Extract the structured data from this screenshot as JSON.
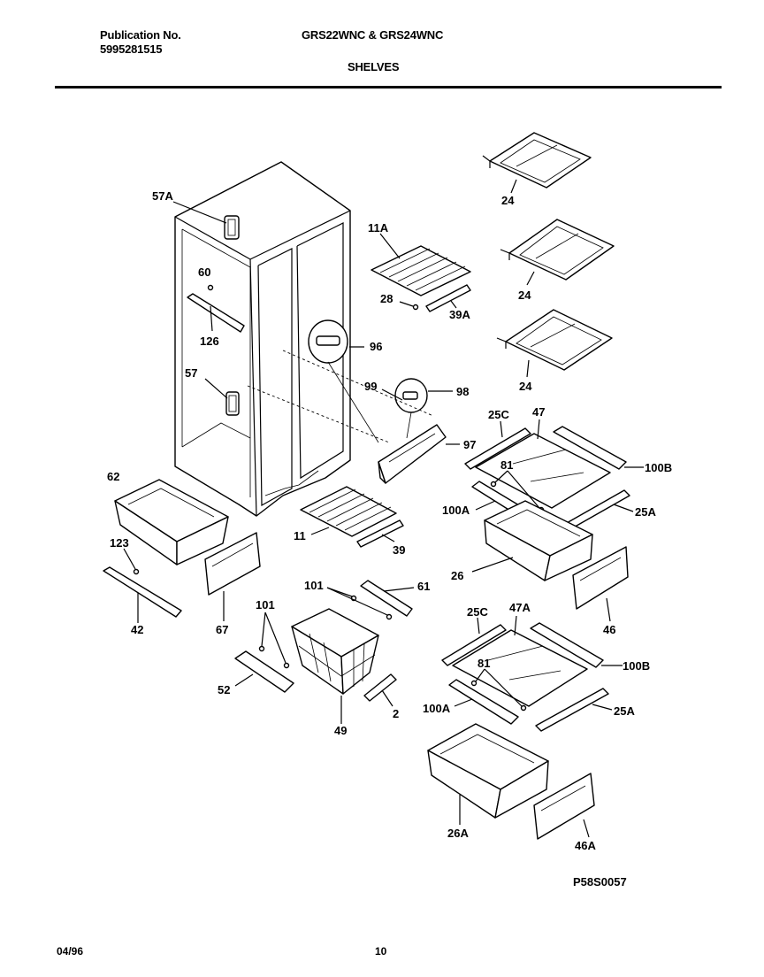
{
  "header": {
    "publication_label": "Publication No.",
    "publication_number": "5995281515",
    "models": "GRS22WNC & GRS24WNC",
    "section": "SHELVES"
  },
  "callouts": {
    "c57a": "57A",
    "c60": "60",
    "c126": "126",
    "c57": "57",
    "c62": "62",
    "c123": "123",
    "c42": "42",
    "c67": "67",
    "c11a": "11A",
    "c28": "28",
    "c39a": "39A",
    "c96a": "96",
    "c99": "99",
    "c98": "98",
    "c97": "97",
    "c11": "11",
    "c39": "39",
    "c101a": "101",
    "c61": "61",
    "c101b": "101",
    "c52": "52",
    "c49": "49",
    "c2": "2",
    "c24a": "24",
    "c24b": "24",
    "c24c": "24",
    "c25c_a": "25C",
    "c47": "47",
    "c81a": "81",
    "c100b_a": "100B",
    "c100a_a": "100A",
    "c25a_a": "25A",
    "c26": "26",
    "c46": "46",
    "c25c_b": "25C",
    "c47a": "47A",
    "c81b": "81",
    "c100b_b": "100B",
    "c100a_b": "100A",
    "c25a_b": "25A",
    "c26a": "26A",
    "c46a": "46A"
  },
  "drawing_code": "P58S0057",
  "footer": {
    "date": "04/96",
    "page": "10"
  }
}
